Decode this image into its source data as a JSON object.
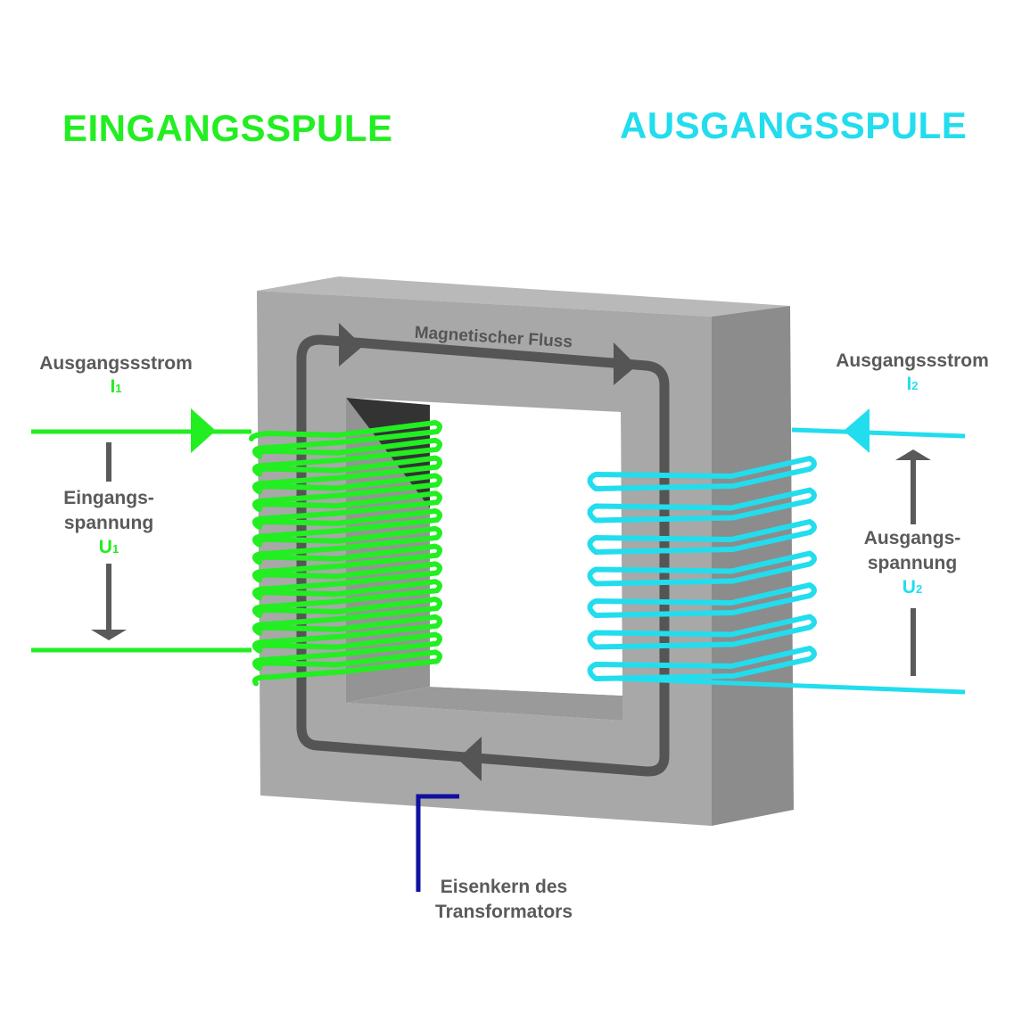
{
  "titles": {
    "input_coil": "EINGANGSSPULE",
    "output_coil": "AUSGANGSSPULE"
  },
  "labels": {
    "input_current": "Ausgangssstrom",
    "input_current_symbol": "I",
    "input_current_index": "1",
    "input_voltage_line1": "Eingangs-",
    "input_voltage_line2": "spannung",
    "input_voltage_symbol": "U",
    "input_voltage_index": "1",
    "output_current": "Ausgangssstrom",
    "output_current_symbol": "I",
    "output_current_index": "2",
    "output_voltage_line1": "Ausgangs-",
    "output_voltage_line2": "spannung",
    "output_voltage_symbol": "U",
    "output_voltage_index": "2",
    "flux": "Magnetischer Fluss",
    "core_line1": "Eisenkern des",
    "core_line2": "Transformators"
  },
  "coils": {
    "primary_turns": 14,
    "secondary_turns": 7
  },
  "colors": {
    "primary": "#22ee22",
    "secondary": "#22ddee",
    "core_front": "#a8a8a8",
    "core_side": "#8c8c8c",
    "core_top": "#b9b9b9",
    "flux": "#555555",
    "pointer": "#1010a0",
    "arrow": "#5a5a5a"
  }
}
